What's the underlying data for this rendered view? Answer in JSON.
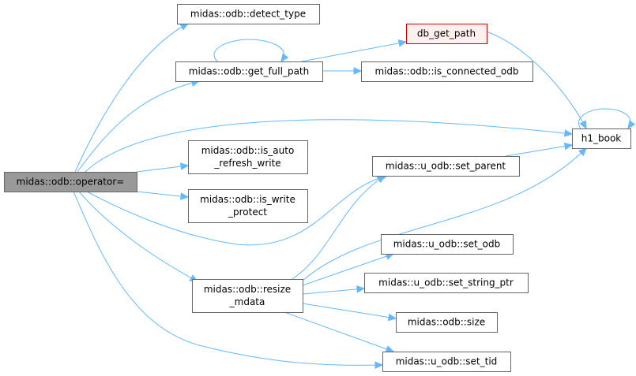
{
  "nodes": {
    "operator_eq": {
      "lines": [
        "midas::odb::operator="
      ]
    },
    "detect_type": {
      "lines": [
        "midas::odb::detect_type"
      ]
    },
    "get_full_path": {
      "lines": [
        "midas::odb::get_full_path"
      ]
    },
    "db_get_path": {
      "lines": [
        "db_get_path"
      ]
    },
    "is_connected_odb": {
      "lines": [
        "midas::odb::is_connected_odb"
      ]
    },
    "h1_book": {
      "lines": [
        "h1_book"
      ]
    },
    "is_auto_refresh_write": {
      "lines": [
        "midas::odb::is_auto",
        "_refresh_write"
      ]
    },
    "set_parent": {
      "lines": [
        "midas::u_odb::set_parent"
      ]
    },
    "is_write_protect": {
      "lines": [
        "midas::odb::is_write",
        "_protect"
      ]
    },
    "resize_mdata": {
      "lines": [
        "midas::odb::resize",
        "_mdata"
      ]
    },
    "set_odb": {
      "lines": [
        "midas::u_odb::set_odb"
      ]
    },
    "set_string_ptr": {
      "lines": [
        "midas::u_odb::set_string_ptr"
      ]
    },
    "size": {
      "lines": [
        "midas::odb::size"
      ]
    },
    "set_tid": {
      "lines": [
        "midas::u_odb::set_tid"
      ]
    }
  },
  "edges": [
    [
      "operator_eq",
      "detect_type"
    ],
    [
      "operator_eq",
      "get_full_path"
    ],
    [
      "operator_eq",
      "h1_book"
    ],
    [
      "operator_eq",
      "is_auto_refresh_write"
    ],
    [
      "operator_eq",
      "is_write_protect"
    ],
    [
      "operator_eq",
      "set_parent"
    ],
    [
      "operator_eq",
      "resize_mdata"
    ],
    [
      "operator_eq",
      "set_tid"
    ],
    [
      "get_full_path",
      "get_full_path"
    ],
    [
      "get_full_path",
      "db_get_path"
    ],
    [
      "get_full_path",
      "is_connected_odb"
    ],
    [
      "db_get_path",
      "h1_book"
    ],
    [
      "h1_book",
      "h1_book"
    ],
    [
      "set_parent",
      "h1_book"
    ],
    [
      "resize_mdata",
      "h1_book"
    ],
    [
      "resize_mdata",
      "set_parent"
    ],
    [
      "resize_mdata",
      "set_odb"
    ],
    [
      "resize_mdata",
      "set_string_ptr"
    ],
    [
      "resize_mdata",
      "size"
    ],
    [
      "resize_mdata",
      "set_tid"
    ]
  ],
  "colors": {
    "edge": "#63b8ff",
    "root_fill": "#999999",
    "undocumented_border": "#cc0000",
    "undocumented_fill": "#fff0f0"
  }
}
